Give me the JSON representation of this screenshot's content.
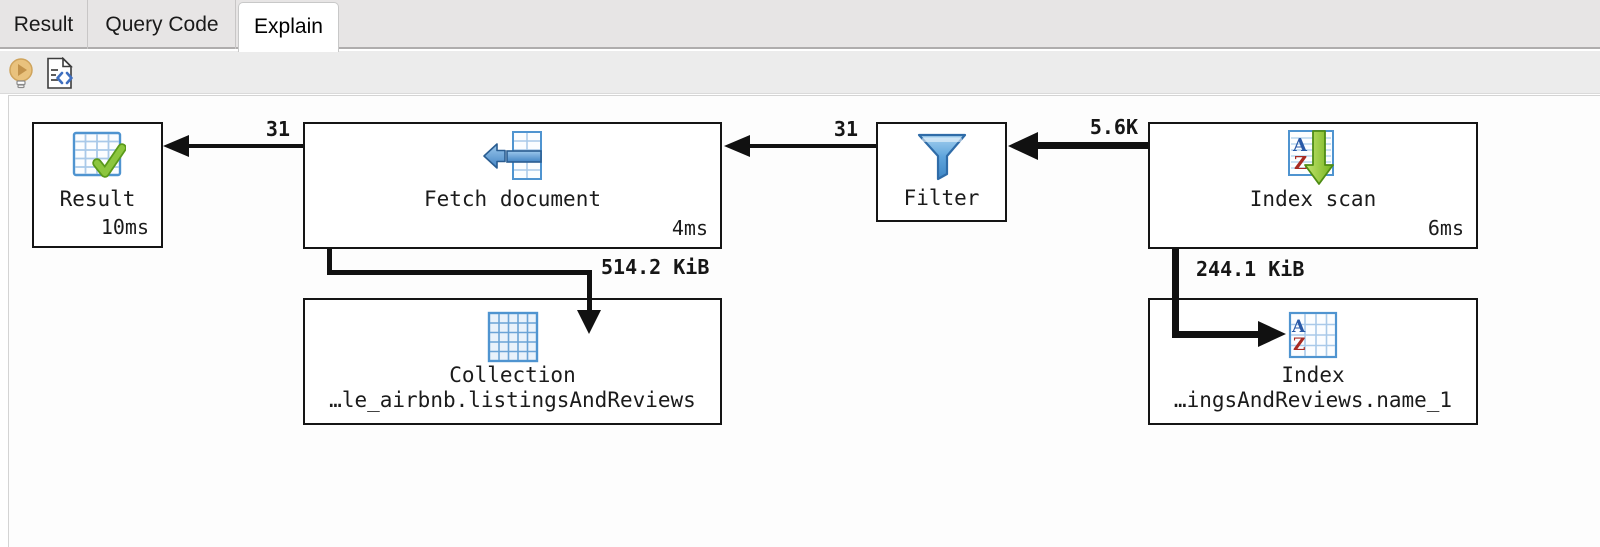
{
  "tabs": [
    {
      "label": "Result",
      "active": false
    },
    {
      "label": "Query Code",
      "active": false
    },
    {
      "label": "Explain",
      "active": true
    }
  ],
  "toolbar": {
    "icons": [
      {
        "name": "explain-hint-lightbulb-icon"
      },
      {
        "name": "explain-raw-json-icon"
      }
    ]
  },
  "icon_letters": {
    "a": "A",
    "z": "Z"
  },
  "diagram": {
    "type": "query-explain-plan",
    "nodes": [
      {
        "id": "result",
        "title": "Result",
        "time": "10ms",
        "icon": "table-check-icon"
      },
      {
        "id": "fetch",
        "title": "Fetch document",
        "time": "4ms",
        "icon": "fetch-document-icon"
      },
      {
        "id": "filter",
        "title": "Filter",
        "icon": "funnel-icon"
      },
      {
        "id": "indexscan",
        "title": "Index scan",
        "time": "6ms",
        "icon": "index-scan-icon"
      },
      {
        "id": "collection",
        "title": "Collection",
        "subtitle": "…le_airbnb.listingsAndReviews",
        "icon": "collection-table-icon"
      },
      {
        "id": "index",
        "title": "Index",
        "subtitle": "…ingsAndReviews.name_1",
        "icon": "index-table-icon"
      }
    ],
    "edges": [
      {
        "from": "fetch",
        "to": "result",
        "label": "31"
      },
      {
        "from": "filter",
        "to": "fetch",
        "label": "31"
      },
      {
        "from": "indexscan",
        "to": "filter",
        "label": "5.6K"
      },
      {
        "from": "fetch",
        "to": "collection",
        "label": "514.2 KiB"
      },
      {
        "from": "indexscan",
        "to": "index",
        "label": "244.1 KiB"
      }
    ]
  }
}
